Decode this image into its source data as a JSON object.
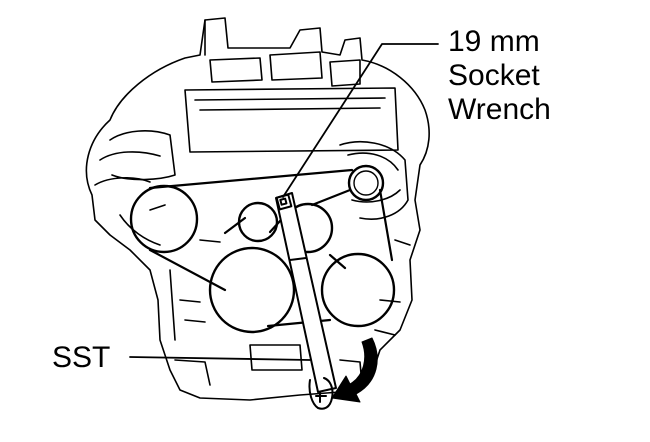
{
  "callouts": {
    "socket_wrench": {
      "lines": [
        "19 mm",
        "Socket",
        "Wrench"
      ]
    },
    "sst": {
      "text": "SST"
    }
  },
  "colors": {
    "ink": "#000000",
    "paper": "#ffffff"
  },
  "icons": {
    "rotation_arrow": "clockwise-curved-arrow-icon"
  }
}
